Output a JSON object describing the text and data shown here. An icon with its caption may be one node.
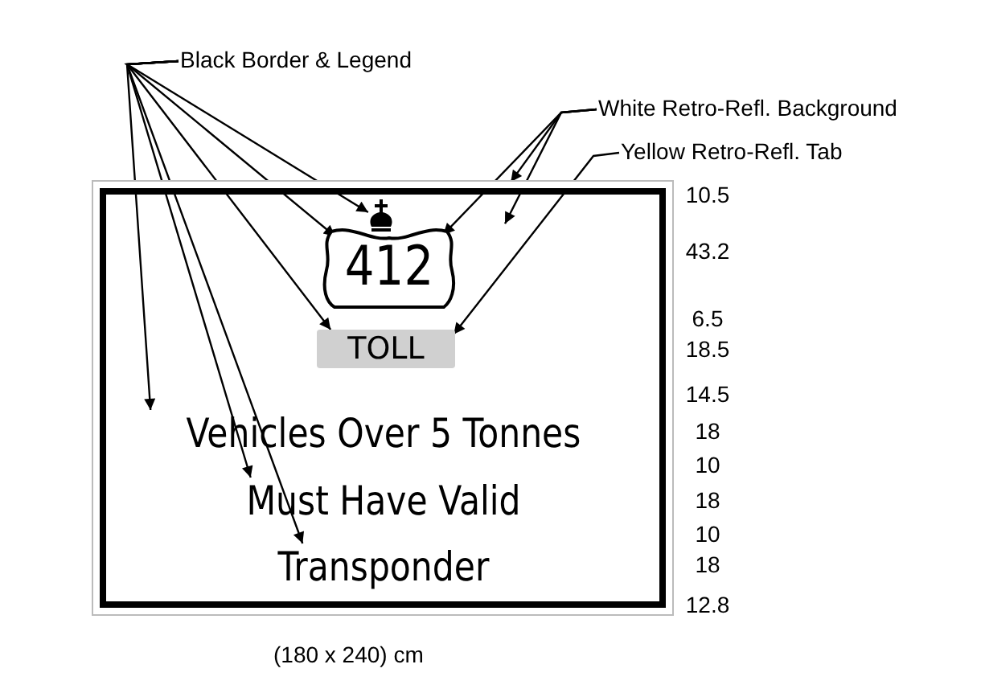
{
  "diagram": {
    "caption": "(180 x 240) cm",
    "nodes": [
      {
        "text": [
          "Black Border & Legend"
        ]
      },
      {
        "text": [
          "White Retro-Refl. Background"
        ]
      },
      {
        "text": [
          "Yellow Retro-Refl. Tab"
        ]
      },
      {
        "text": [],
        "shape": "box"
      },
      {
        "text": [],
        "shape": "picture",
        "in": 3
      },
      {
        "text": [
          "412"
        ],
        "in": 3
      },
      {
        "text": [
          "TOLL"
        ],
        "in": 3
      },
      {
        "text": [
          "Vehicles Over 5 Tonnes"
        ],
        "in": 3
      },
      {
        "text": [
          "Must Have Valid"
        ],
        "in": 3
      },
      {
        "text": [
          "Transponder"
        ],
        "in": 3
      }
    ],
    "edges": [
      {
        "from": 0,
        "to": 4,
        "arrow": "to"
      },
      {
        "from": 0,
        "to": 5,
        "arrow": "to"
      },
      {
        "from": 0,
        "to": 6,
        "arrow": "to"
      },
      {
        "from": 0,
        "to": 7,
        "arrow": "to"
      },
      {
        "from": 0,
        "to": 8,
        "arrow": "to"
      },
      {
        "from": 0,
        "to": 9,
        "arrow": "to"
      },
      {
        "from": 1,
        "to": 5,
        "arrow": "to"
      },
      {
        "from": 1,
        "to": 3,
        "arrow": "to"
      },
      {
        "from": 1,
        "to": 3,
        "arrow": "to"
      },
      {
        "from": 2,
        "to": 6,
        "arrow": "to"
      }
    ],
    "labels": [
      "10.5",
      "43.2",
      "6.5",
      "18.5",
      "14.5",
      "18",
      "10",
      "18",
      "10",
      "18",
      "12.8"
    ]
  }
}
